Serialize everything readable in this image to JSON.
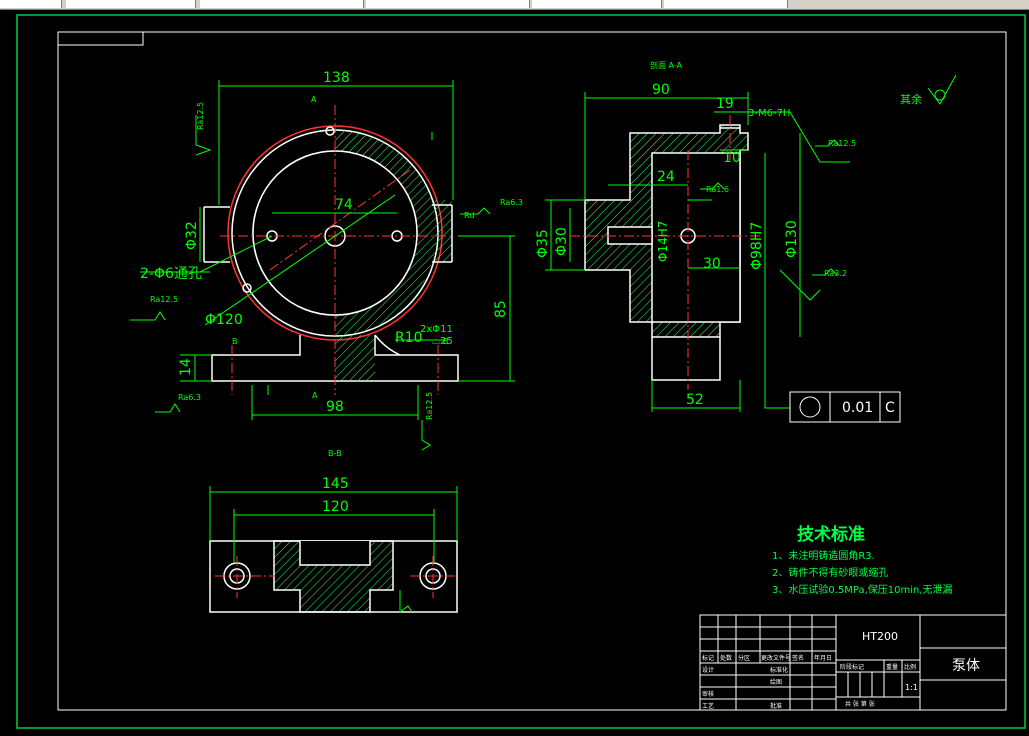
{
  "colors": {
    "background": "#000000",
    "outline": "#ffffff",
    "dimension": "#00ff00",
    "centerline": "#ff3333",
    "hatch": "#33ff66",
    "frame": "#00cc44",
    "title": "#00ff44"
  },
  "views": {
    "section_aa_label": "剖面 A-A",
    "section_bb_label": "B-B",
    "label_a_top": "A",
    "label_a_bottom": "A",
    "label_b_left": "B",
    "label_b_right": "B"
  },
  "front": {
    "d138": "138",
    "d74": "74",
    "d32": "Φ32",
    "holes": "2-Φ6通孔",
    "d120": "Φ120",
    "d85": "85",
    "d14": "14",
    "d98": "98",
    "r10": "R10",
    "cb1": "2xΦ11",
    "cb2": "⌴25",
    "ra_top": "Ra12.5",
    "ra_right": "Ra6.3",
    "ra_left": "Ra12.5",
    "ra_bottom": "Ra6.3",
    "ra_foot": "Ra12.5",
    "rd": "Rd"
  },
  "section_aa": {
    "d90": "90",
    "d19": "19",
    "thread": "3-M6-7H",
    "d10": "10",
    "d24": "24",
    "ra16": "Ra1.6",
    "d35": "Φ35",
    "d30": "Φ30",
    "d14h7": "Φ14H7",
    "d30b": "30",
    "d98h7": "Φ98H7",
    "d130": "Φ130",
    "d52": "52",
    "ra_a": "Ra12.5",
    "ra_b": "Ra3.2",
    "tol_value": "0.01",
    "tol_datum": "C"
  },
  "rest": {
    "label": "其余"
  },
  "section_bb": {
    "d145": "145",
    "d120": "120"
  },
  "notes": {
    "title": "技术标准",
    "items": [
      "1、未注明铸造圆角R3.",
      "2、铸件不得有砂眼或缩孔",
      "3、水压试验0.5MPa,保压10min,无泄漏"
    ]
  },
  "title_block": {
    "material": "HT200",
    "name": "泵体",
    "scale": "1:1",
    "labels": {
      "mark": "标记",
      "count": "处数",
      "zone": "分区",
      "change_no": "更改文件号",
      "sign": "签名",
      "date": "年月日",
      "design": "设计",
      "standardize": "标准化",
      "stage": "阶段标记",
      "weight": "重量",
      "ratio": "比例",
      "drawing": "绘图",
      "review": "审核",
      "craft": "工艺",
      "approve": "批准",
      "sheets": "共 张 第 张"
    }
  }
}
